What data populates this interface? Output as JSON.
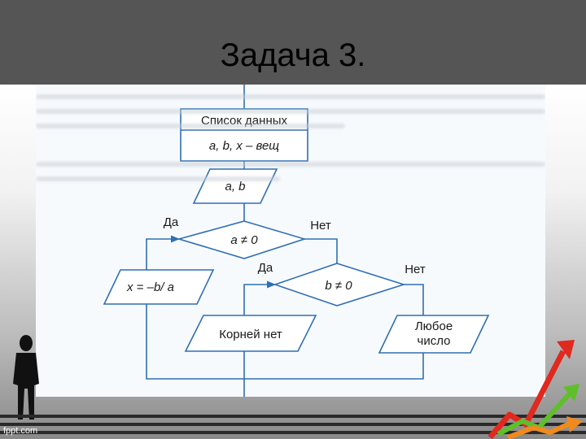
{
  "slide": {
    "title": "Задача 3.",
    "footer_logo": "fppt.com"
  },
  "flowchart": {
    "data_block_header": "Список данных",
    "data_block_body": "a, b, x – вещ",
    "input": "a, b",
    "decision1": "a ≠ 0",
    "decision1_yes": "Да",
    "decision1_no": "Нет",
    "output_x": "x = –b/ a",
    "decision2": "b ≠ 0",
    "decision2_yes": "Да",
    "decision2_no": "Нет",
    "output_no_roots": "Корней нет",
    "output_any_line1": "Любое",
    "output_any_line2": "число"
  },
  "colors": {
    "header_bg": "#555555",
    "diagram_stroke": "#2f6fb3",
    "arrow_red": "#e0291f",
    "arrow_green": "#5fbf2a",
    "arrow_orange": "#f08a1c"
  }
}
